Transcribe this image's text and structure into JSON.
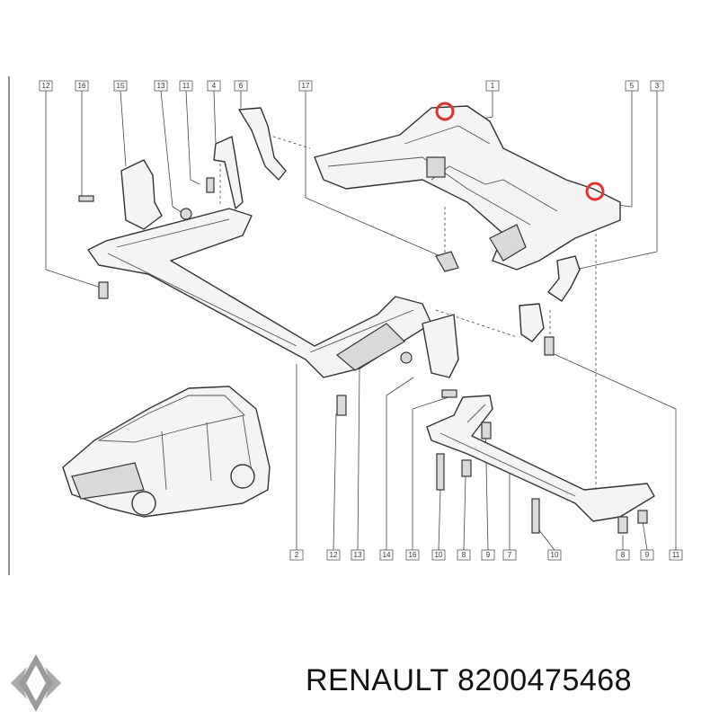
{
  "callouts": {
    "top": [
      "12",
      "16",
      "15",
      "13",
      "11",
      "4",
      "6",
      "17",
      "1",
      "5",
      "3"
    ],
    "bottom": [
      "2",
      "12",
      "13",
      "14",
      "16",
      "10",
      "8",
      "9",
      "7",
      "10",
      "8",
      "9",
      "11"
    ]
  },
  "caption": "RENAULT 8200475468",
  "colors": {
    "highlight_ring": "#e03030",
    "logo": "#9a9a9a"
  },
  "icons": {
    "logo": "renault-diamond-logo-icon"
  }
}
